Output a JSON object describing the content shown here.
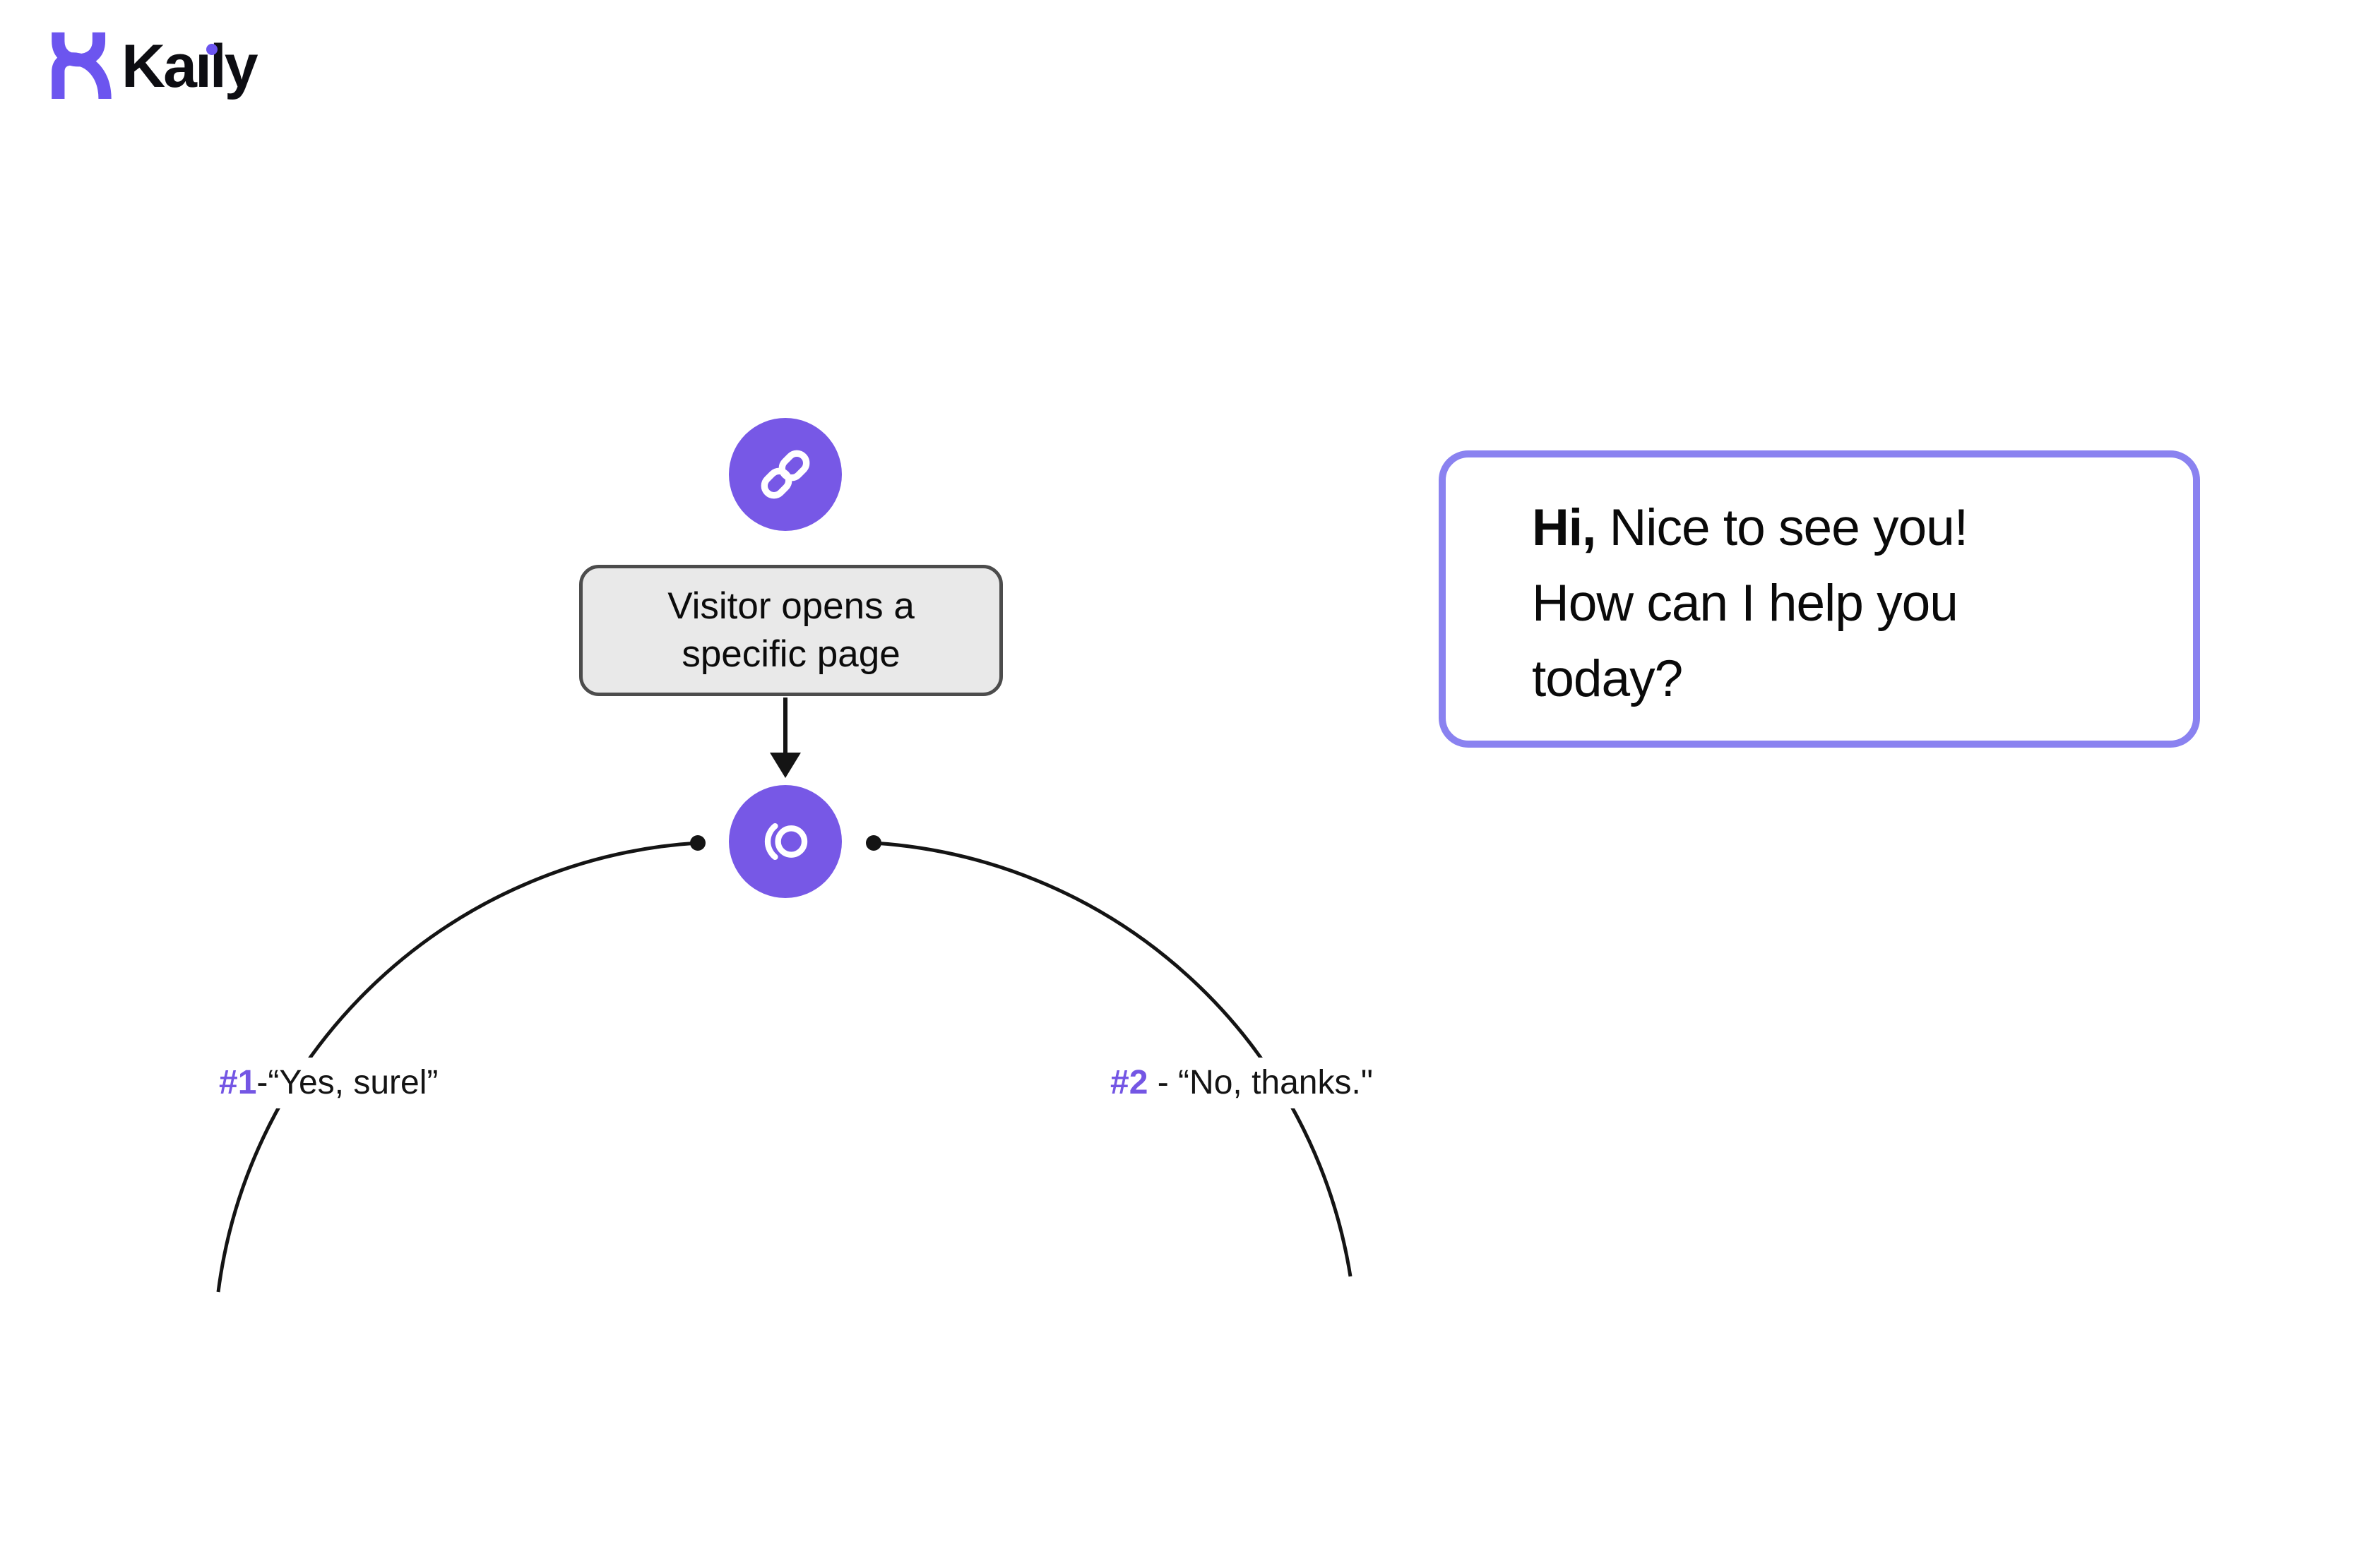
{
  "brand": {
    "label": "Kaily",
    "wordmark": {
      "pre": "Ka",
      "i_dotless": "ı",
      "post": "ly"
    }
  },
  "flow": {
    "trigger_node": {
      "icon": "link-icon",
      "label_line1": "Visitor opens a",
      "label_line2": "specific page"
    },
    "condition_node": {
      "icon": "condition-icon"
    },
    "branches": [
      {
        "number": "#1",
        "separator": "-",
        "quote": "“Yes, surel”"
      },
      {
        "number": "#2",
        "separator": " - ",
        "quote": "“No, thanks.\""
      }
    ]
  },
  "chat_bubble": {
    "bold_intro": "Hi,",
    "line1_rest": " Nice to see you!",
    "line2": "How can I help you",
    "line3": "today?"
  },
  "colors": {
    "accent_purple": "#7758E6",
    "logo_purple": "#6C55EF",
    "branch_number_purple": "#7456E4",
    "bubble_border_purple": "#8A82F0",
    "box_background": "#E9E9E9",
    "box_border": "#4C4C4C",
    "line_black": "#141414"
  }
}
